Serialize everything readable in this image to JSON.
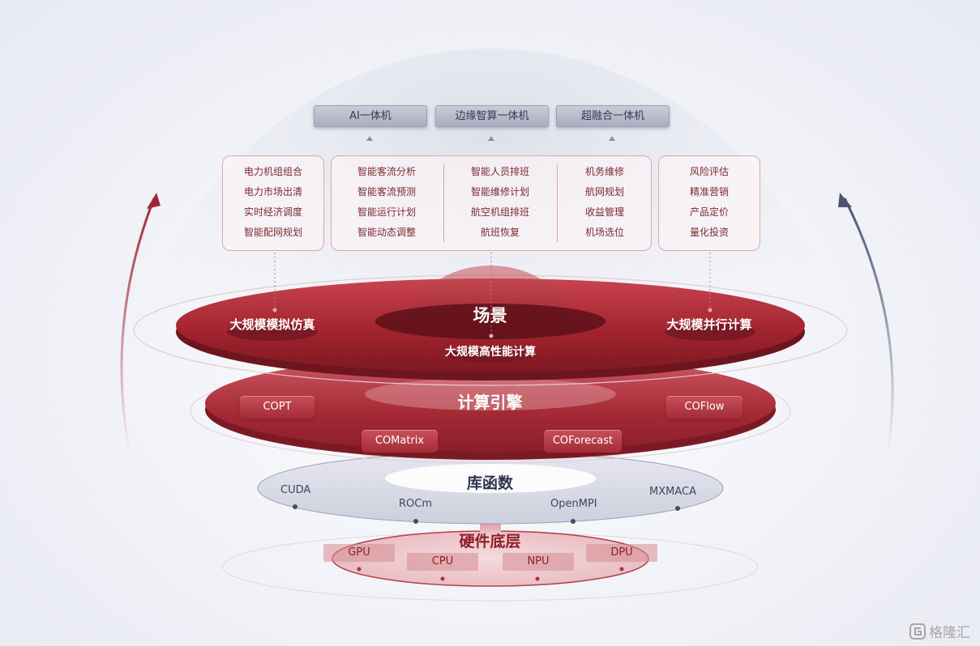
{
  "hardware_boxes": [
    "AI一体机",
    "边缘智算一体机",
    "超融合一体机"
  ],
  "scenario_panels": {
    "left": [
      "电力机组组合",
      "电力市场出清",
      "实时经济调度",
      "智能配网规划"
    ],
    "middle": [
      [
        "智能客流分析",
        "智能客流预测",
        "智能运行计划",
        "智能动态调整"
      ],
      [
        "智能人员排班",
        "智能维修计划",
        "航空机组排班",
        "航班恢复"
      ],
      [
        "机务维修",
        "航网规划",
        "收益管理",
        "机场选位"
      ]
    ],
    "right": [
      "风险评估",
      "精准营销",
      "产品定价",
      "量化投资"
    ]
  },
  "layer_scene": {
    "title": "场景",
    "left": "大规模模拟仿真",
    "center": "大规模高性能计算",
    "right": "大规模并行计算"
  },
  "layer_engine": {
    "title": "计算引擎",
    "items": [
      "COPT",
      "COFlow",
      "COMatrix",
      "COForecast"
    ]
  },
  "layer_library": {
    "title": "库函数",
    "items": [
      "CUDA",
      "ROCm",
      "OpenMPI",
      "MXMACA"
    ]
  },
  "layer_hardware": {
    "title": "硬件底层",
    "items": [
      "GPU",
      "CPU",
      "NPU",
      "DPU"
    ]
  },
  "watermark": "格隆汇",
  "colors": {
    "brand_red": "#a3242f",
    "deep_red": "#7a1620",
    "slate": "#5b5e78",
    "library_fill": "#dfe0ec"
  }
}
